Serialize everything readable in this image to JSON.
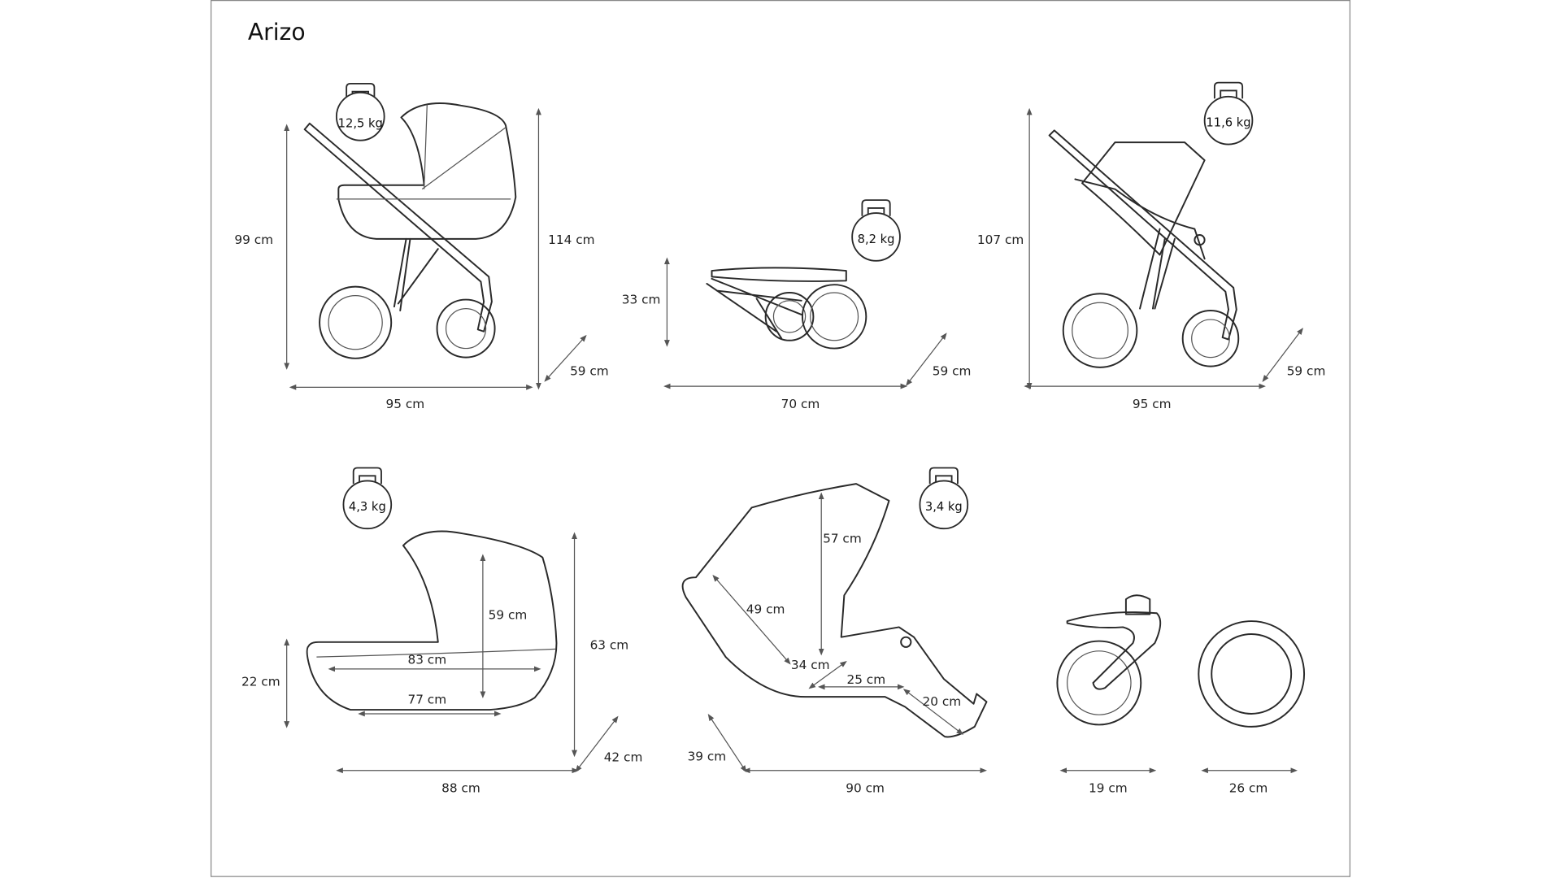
{
  "title": "Arizo",
  "weights": {
    "carrycot_set": "12,5 kg",
    "folded": "8,2 kg",
    "stroller": "11,6 kg",
    "carrycot": "4,3 kg",
    "seat": "3,4 kg"
  },
  "dims": {
    "pram_height": "99 cm",
    "pram_total_height": "114 cm",
    "pram_width": "59 cm",
    "pram_length": "95 cm",
    "folded_height": "33 cm",
    "folded_width": "59 cm",
    "folded_length": "70 cm",
    "stroller_height": "107 cm",
    "stroller_width": "59 cm",
    "stroller_length": "95 cm",
    "carrycot_side": "22 cm",
    "carrycot_top_length": "83 cm",
    "carrycot_inner_height": "59 cm",
    "carrycot_inner_length": "77 cm",
    "carrycot_height": "63 cm",
    "carrycot_width": "42 cm",
    "carrycot_length": "88 cm",
    "seat_back_height": "57 cm",
    "seat_back_length": "49 cm",
    "seat_width": "34 cm",
    "seat_depth": "25 cm",
    "footrest_length": "20 cm",
    "seat_total_width": "39 cm",
    "seat_total_length": "90 cm",
    "front_wheel": "19 cm",
    "rear_wheel": "26 cm"
  }
}
